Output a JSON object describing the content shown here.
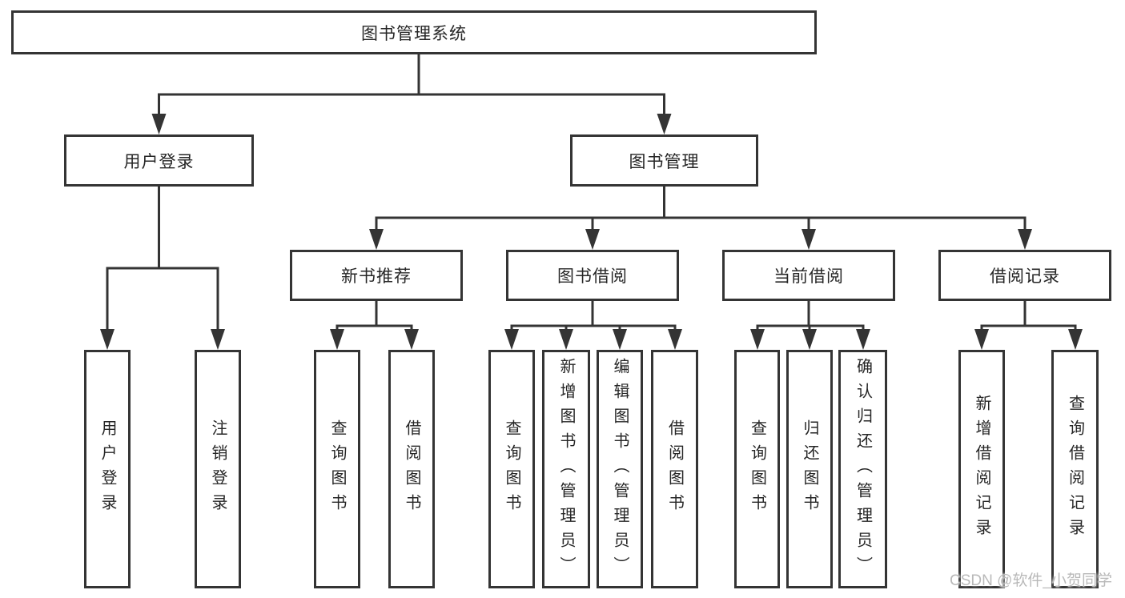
{
  "watermark": "CSDN @软件_小贺同学",
  "colors": {
    "line": "#343434",
    "border": "#343434",
    "text": "#262626",
    "watermark": "#b9b9b9",
    "background": "#ffffff"
  },
  "nodes": {
    "root": {
      "label": "图书管理系统"
    },
    "user_login": {
      "label": "用户登录"
    },
    "book_mgmt": {
      "label": "图书管理"
    },
    "new_book_rec": {
      "label": "新书推荐"
    },
    "book_borrow": {
      "label": "图书借阅"
    },
    "current_borrow": {
      "label": "当前借阅"
    },
    "borrow_record": {
      "label": "借阅记录"
    },
    "leaf_login": {
      "label": "用户登录"
    },
    "leaf_logout": {
      "label": "注销登录"
    },
    "leaf_rec_query": {
      "label": "查询图书"
    },
    "leaf_rec_borrow": {
      "label": "借阅图书"
    },
    "leaf_bb_query": {
      "label": "查询图书"
    },
    "leaf_bb_add": {
      "label": "新增图书（管理员）"
    },
    "leaf_bb_edit": {
      "label": "编辑图书（管理员）"
    },
    "leaf_bb_borrow": {
      "label": "借阅图书"
    },
    "leaf_cb_query": {
      "label": "查询图书"
    },
    "leaf_cb_return": {
      "label": "归还图书"
    },
    "leaf_cb_confirm": {
      "label": "确认归还（管理员）"
    },
    "leaf_br_add": {
      "label": "新增借阅记录"
    },
    "leaf_br_query": {
      "label": "查询借阅记录"
    }
  }
}
